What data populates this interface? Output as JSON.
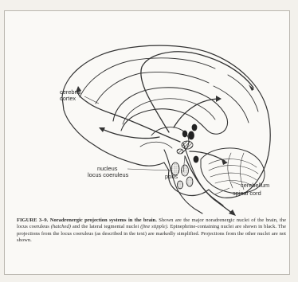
{
  "labels": {
    "cerebral_cortex_line1": "cerebral",
    "cerebral_cortex_line2": "cortex",
    "nucleus_line1": "nucleus",
    "nucleus_line2": "locus coeruleus",
    "pons": "pons",
    "cerebellum": "cerebellum",
    "spinal_cord": "spinal cord"
  },
  "caption": {
    "figure_number": "FIGURE 3–9.",
    "title": "Noradrenergic projection systems in the brain.",
    "lead": "Shown are the major noradrenergic nuclei of the brain, the locus coeruleus",
    "hatched": "(hatched)",
    "mid1": "and the lateral tegmental nuclei",
    "stipple": "(fine stipple).",
    "rest": "Epinephrine-containing nuclei are shown in black. The projections from the locus coeruleus (as described in the text) are markedly simplified. Projections from the other nuclei are not shown."
  },
  "colors": {
    "ink": "#2a2a2a",
    "paper": "#faf9f6",
    "background": "#f3f1ec"
  }
}
